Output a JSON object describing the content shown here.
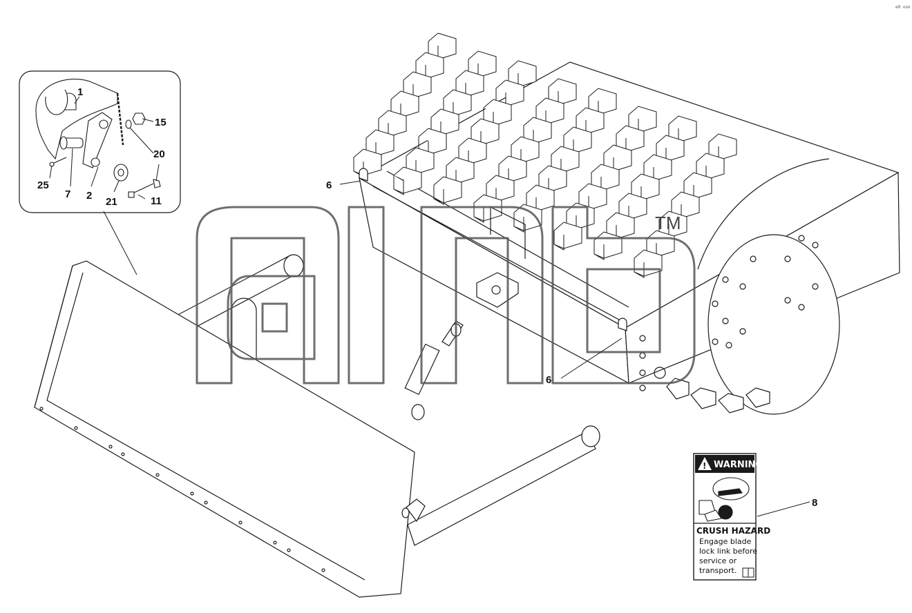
{
  "corner_code": "e0 ooo",
  "watermark": {
    "trademark": "TM"
  },
  "callouts": {
    "c1": "1",
    "c15": "15",
    "c20": "20",
    "c25": "25",
    "c7": "7",
    "c2": "2",
    "c21": "21",
    "c11": "11",
    "c6a": "6",
    "c6b": "6",
    "c8": "8"
  },
  "warning_label": {
    "header": "WARNING",
    "hazard_title": "CRUSH HAZARD",
    "lines": [
      "Engage blade",
      "lock link before",
      "service or",
      "transport."
    ]
  },
  "colors": {
    "line": "#1a1a1a",
    "watermark_stroke": "#555555",
    "label_header_bg": "#1a1a1a"
  },
  "icons": [
    "warning-triangle-icon",
    "manual-book-icon"
  ]
}
